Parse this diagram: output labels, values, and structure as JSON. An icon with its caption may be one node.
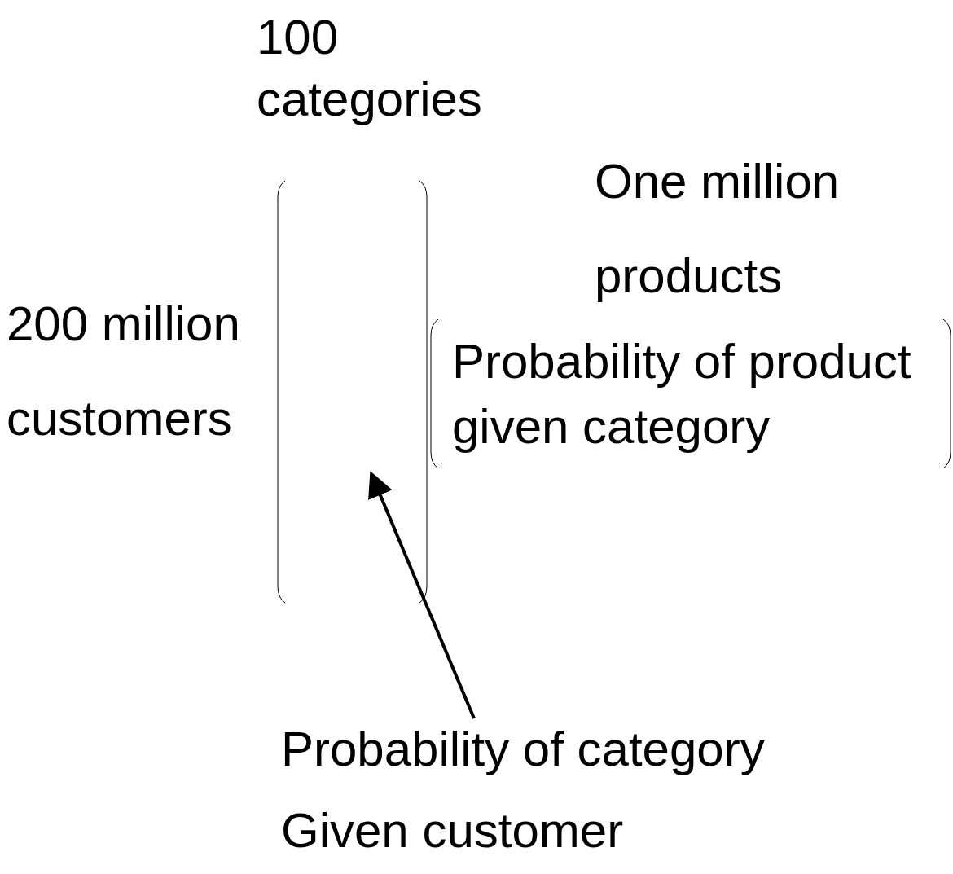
{
  "diagram": {
    "nodes": [
      {
        "text": [],
        "shape": "box",
        "beside": [
          "100 categories",
          "200 million customers"
        ]
      },
      {
        "text": [
          "Probability of product given category"
        ],
        "beside": [
          "One million products"
        ]
      },
      {
        "text": [
          "Probability of category Given customer"
        ]
      }
    ],
    "edges": [
      {
        "from": 2,
        "to": 0,
        "arrow": "to"
      }
    ]
  }
}
